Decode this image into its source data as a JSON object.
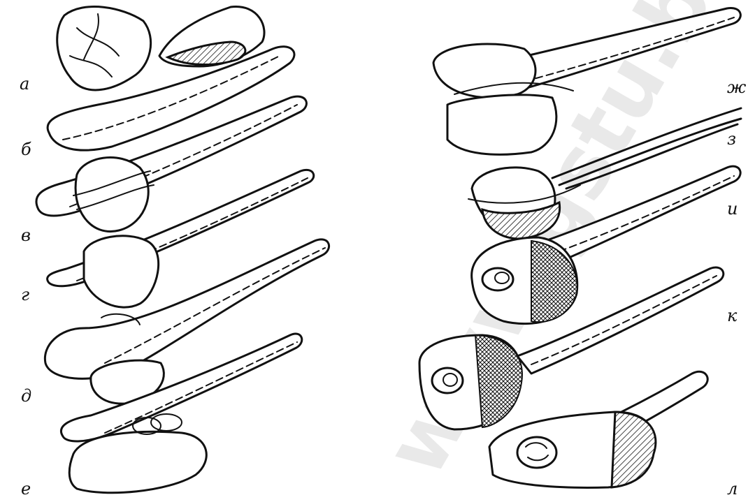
{
  "labels": {
    "a": "а",
    "b": "б",
    "v": "в",
    "g": "г",
    "d": "д",
    "e": "е",
    "zh": "ж",
    "z": "з",
    "i": "и",
    "k": "к",
    "l": "л"
  },
  "watermark": {
    "text": "www.gstu.by"
  },
  "colors": {
    "ink": "#111111",
    "background": "#ffffff",
    "watermark": "#e9e9e9"
  }
}
